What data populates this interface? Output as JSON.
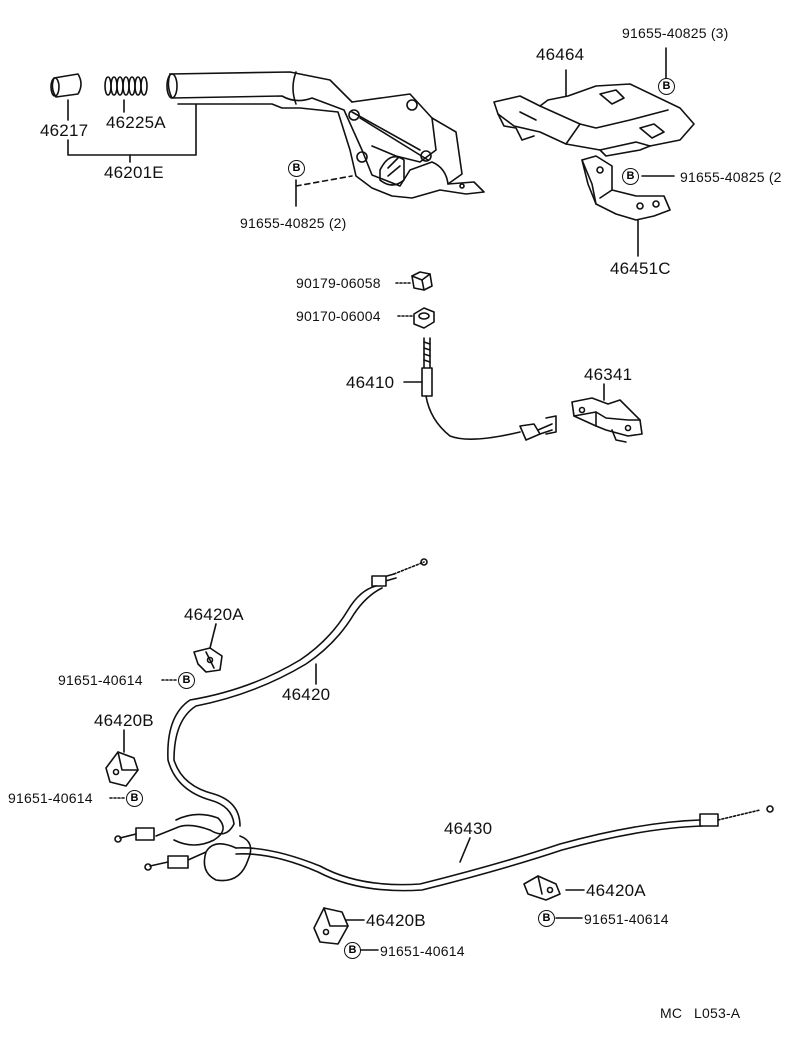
{
  "parts": {
    "grip": "46217",
    "spring": "46225A",
    "lever_assy": "46201E",
    "lever_bolt": "91655-40825 (2)",
    "cover_bolt_top": "91655-40825 (3)",
    "cover": "46464",
    "bracket_bolt": "91655-40825 (2",
    "bracket": "46451C",
    "nut1": "90179-06058",
    "nut2": "90170-06004",
    "front_cable": "46410",
    "equalizer": "46341",
    "clamp_a_upper": "46420A",
    "clip_bolt_1": "91651-40614",
    "cable_rh": "46420",
    "clamp_b_upper": "46420B",
    "clip_bolt_2": "91651-40614",
    "cable_lh": "46430",
    "clamp_a_lower": "46420A",
    "clip_bolt_3": "91651-40614",
    "clamp_b_lower": "46420B",
    "clip_bolt_4": "91651-40614"
  },
  "badge_letter": "B",
  "footer": {
    "code_prefix": "MC",
    "code": "L053-A"
  }
}
